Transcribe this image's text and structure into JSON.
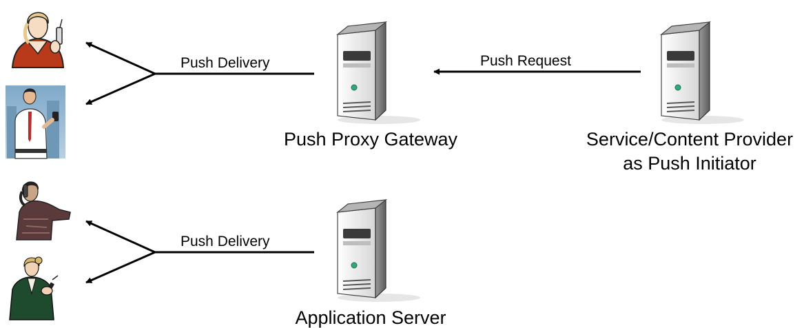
{
  "edges": {
    "push_delivery_top": "Push Delivery",
    "push_request": "Push Request",
    "push_delivery_bottom": "Push Delivery"
  },
  "nodes": {
    "push_proxy_gateway": "Push Proxy Gateway",
    "content_provider_line1": "Service/Content Provider",
    "content_provider_line2": "as Push Initiator",
    "application_server": "Application Server"
  },
  "icons": [
    "woman-with-phone-icon",
    "man-with-phone-icon",
    "woman-on-phone-icon",
    "businesswoman-with-phone-icon",
    "server-icon"
  ],
  "colors": {
    "line": "#000000",
    "server_led": "#2faa7a",
    "background": "#ffffff"
  }
}
